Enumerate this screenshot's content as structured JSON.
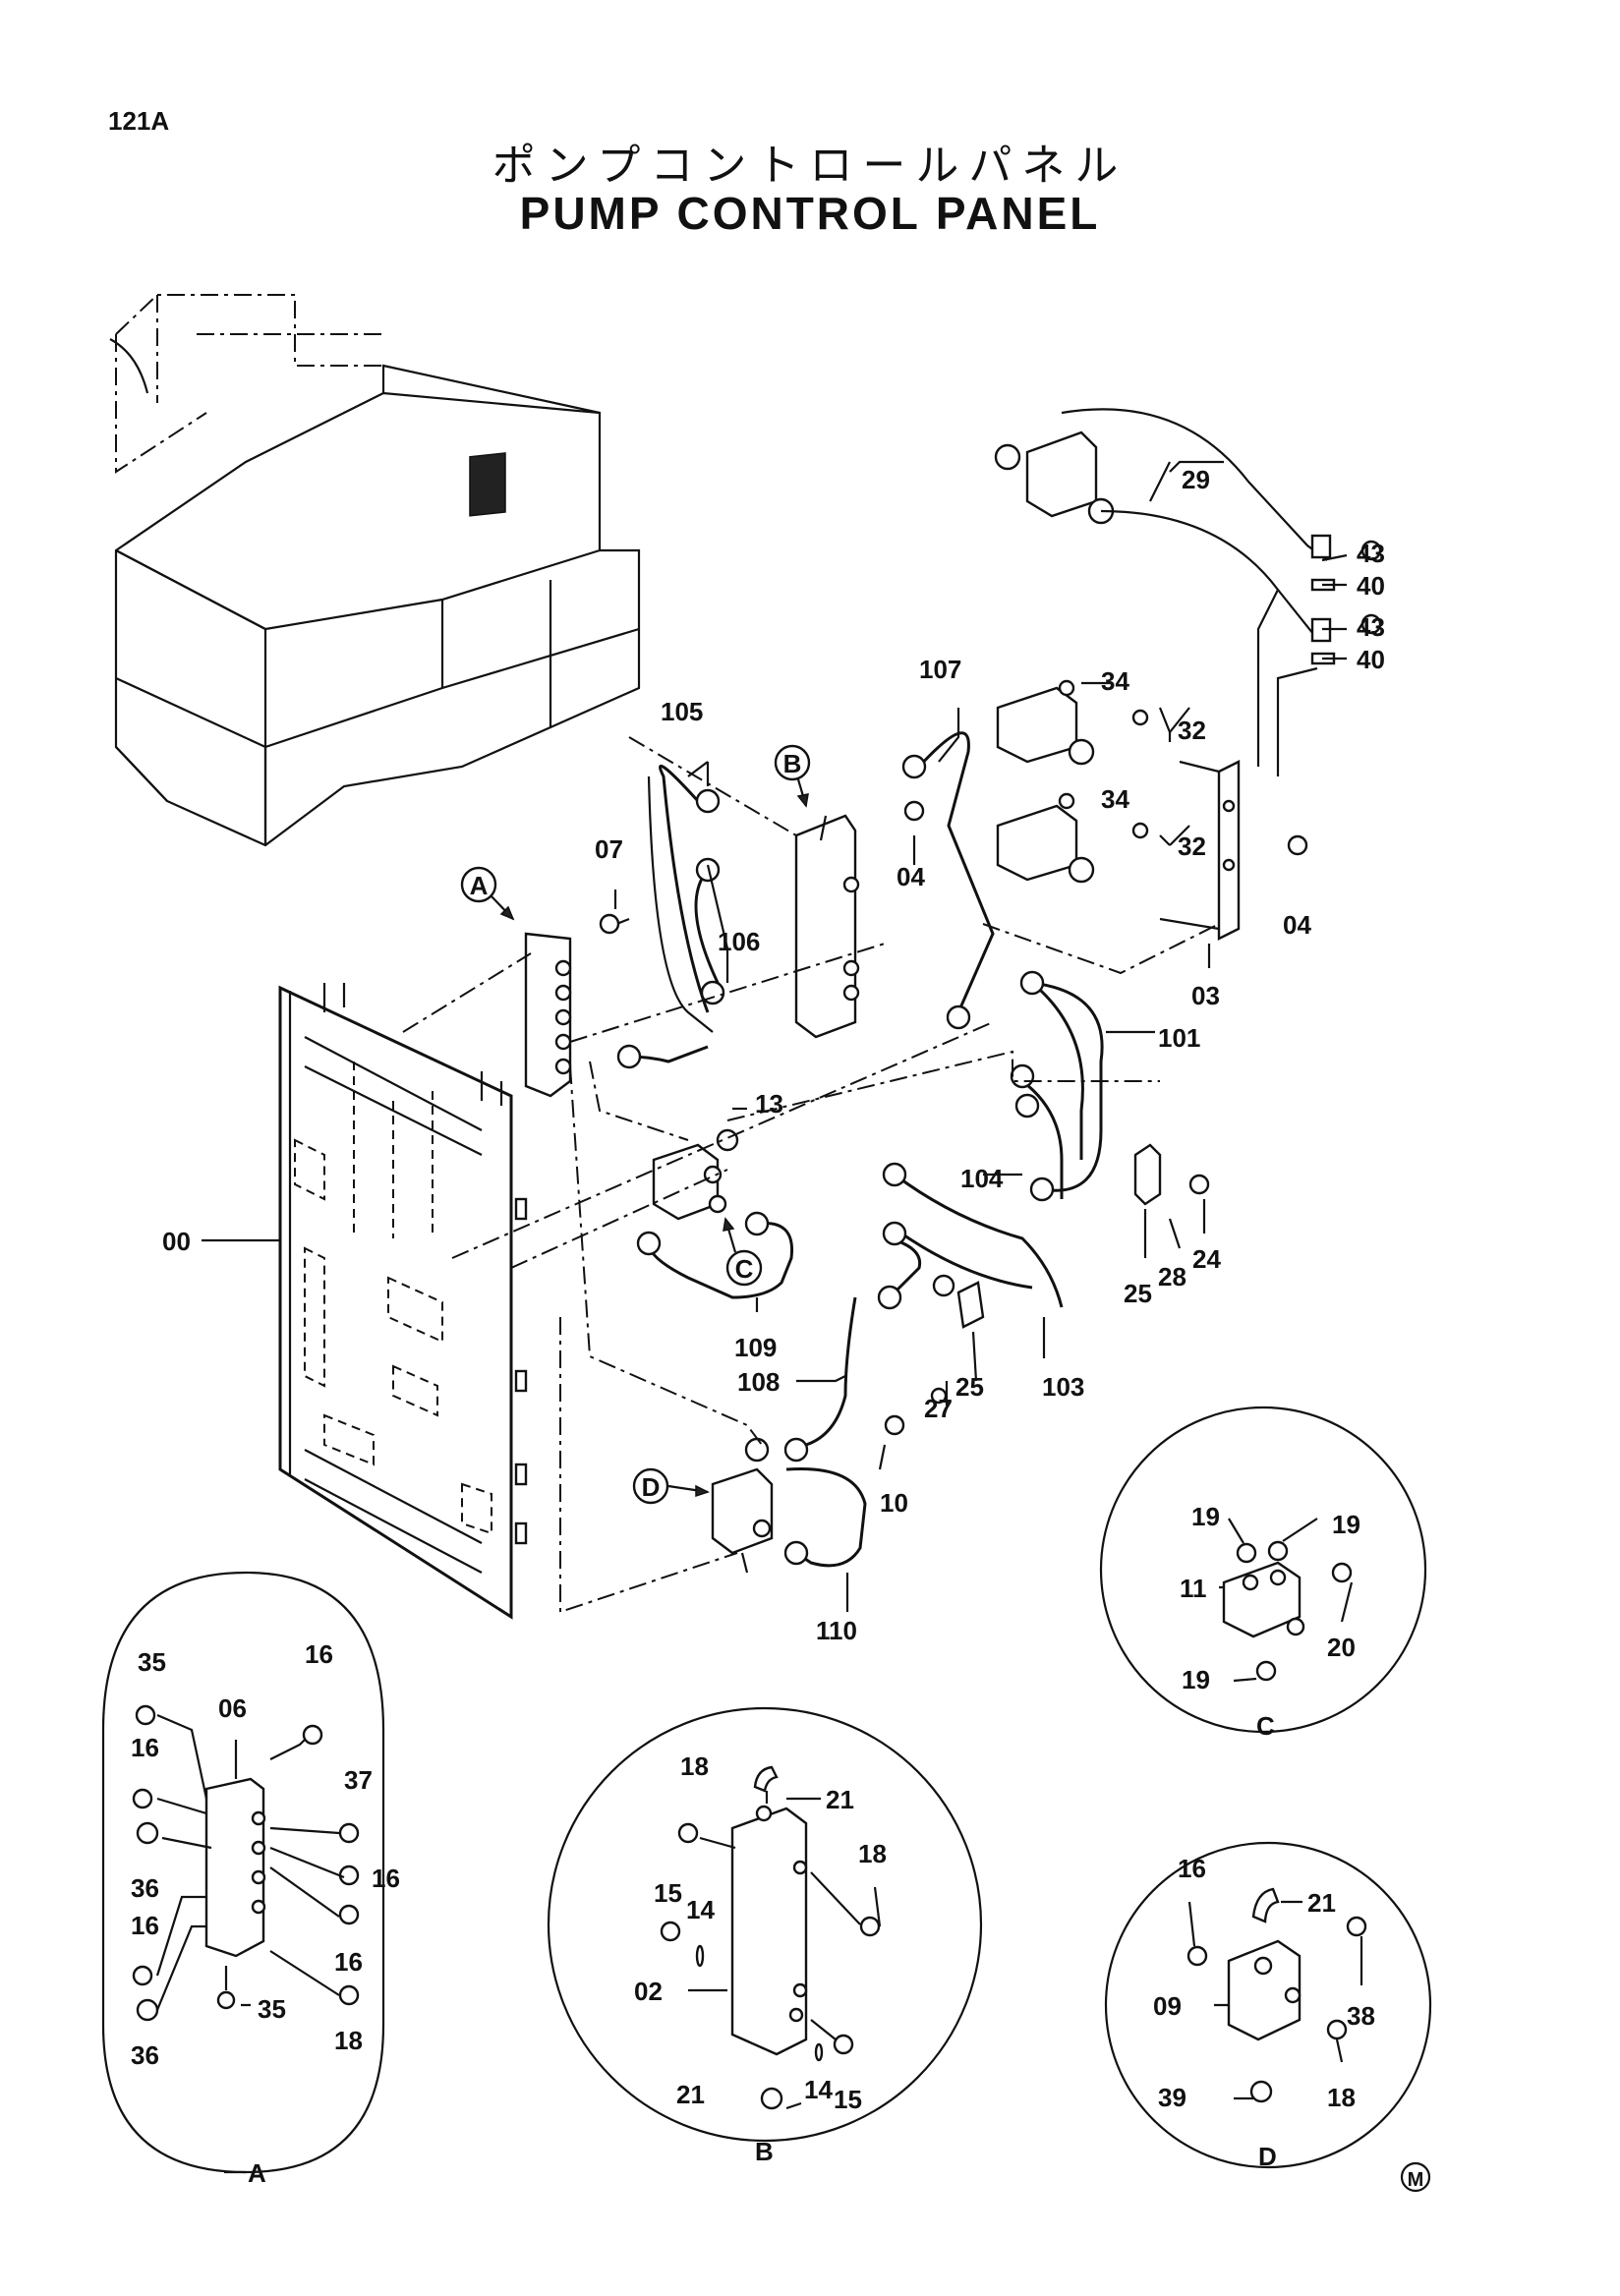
{
  "page_number": "121A",
  "title_jp": "ポンプコントロールパネル",
  "title_en": "PUMP CONTROL PANEL",
  "callouts": {
    "A": "A",
    "B": "B",
    "C": "C",
    "D": "D",
    "M": "M"
  },
  "part_numbers": {
    "p00": "00",
    "p02": "02",
    "p03": "03",
    "p04a": "04",
    "p04b": "04",
    "p06": "06",
    "p07": "07",
    "p09": "09",
    "p10": "10",
    "p11": "11",
    "p13": "13",
    "p14a": "14",
    "p14b": "14",
    "p15a": "15",
    "p15b": "15",
    "p16a": "16",
    "p16b": "16",
    "p16c": "16",
    "p16d": "16",
    "p16e": "16",
    "p16f": "16",
    "p18a": "18",
    "p18b": "18",
    "p18c": "18",
    "p18d": "18",
    "p19a": "19",
    "p19b": "19",
    "p19c": "19",
    "p20": "20",
    "p21a": "21",
    "p21b": "21",
    "p21c": "21",
    "p24": "24",
    "p25a": "25",
    "p25b": "25",
    "p27": "27",
    "p28": "28",
    "p29": "29",
    "p32a": "32",
    "p32b": "32",
    "p34a": "34",
    "p34b": "34",
    "p35a": "35",
    "p35b": "35",
    "p36a": "36",
    "p36b": "36",
    "p37": "37",
    "p38": "38",
    "p39": "39",
    "p40a": "40",
    "p40b": "40",
    "p43a": "43",
    "p43b": "43",
    "p101": "101",
    "p103": "103",
    "p104": "104",
    "p105": "105",
    "p106": "106",
    "p107": "107",
    "p108": "108",
    "p109": "109",
    "p110": "110"
  }
}
